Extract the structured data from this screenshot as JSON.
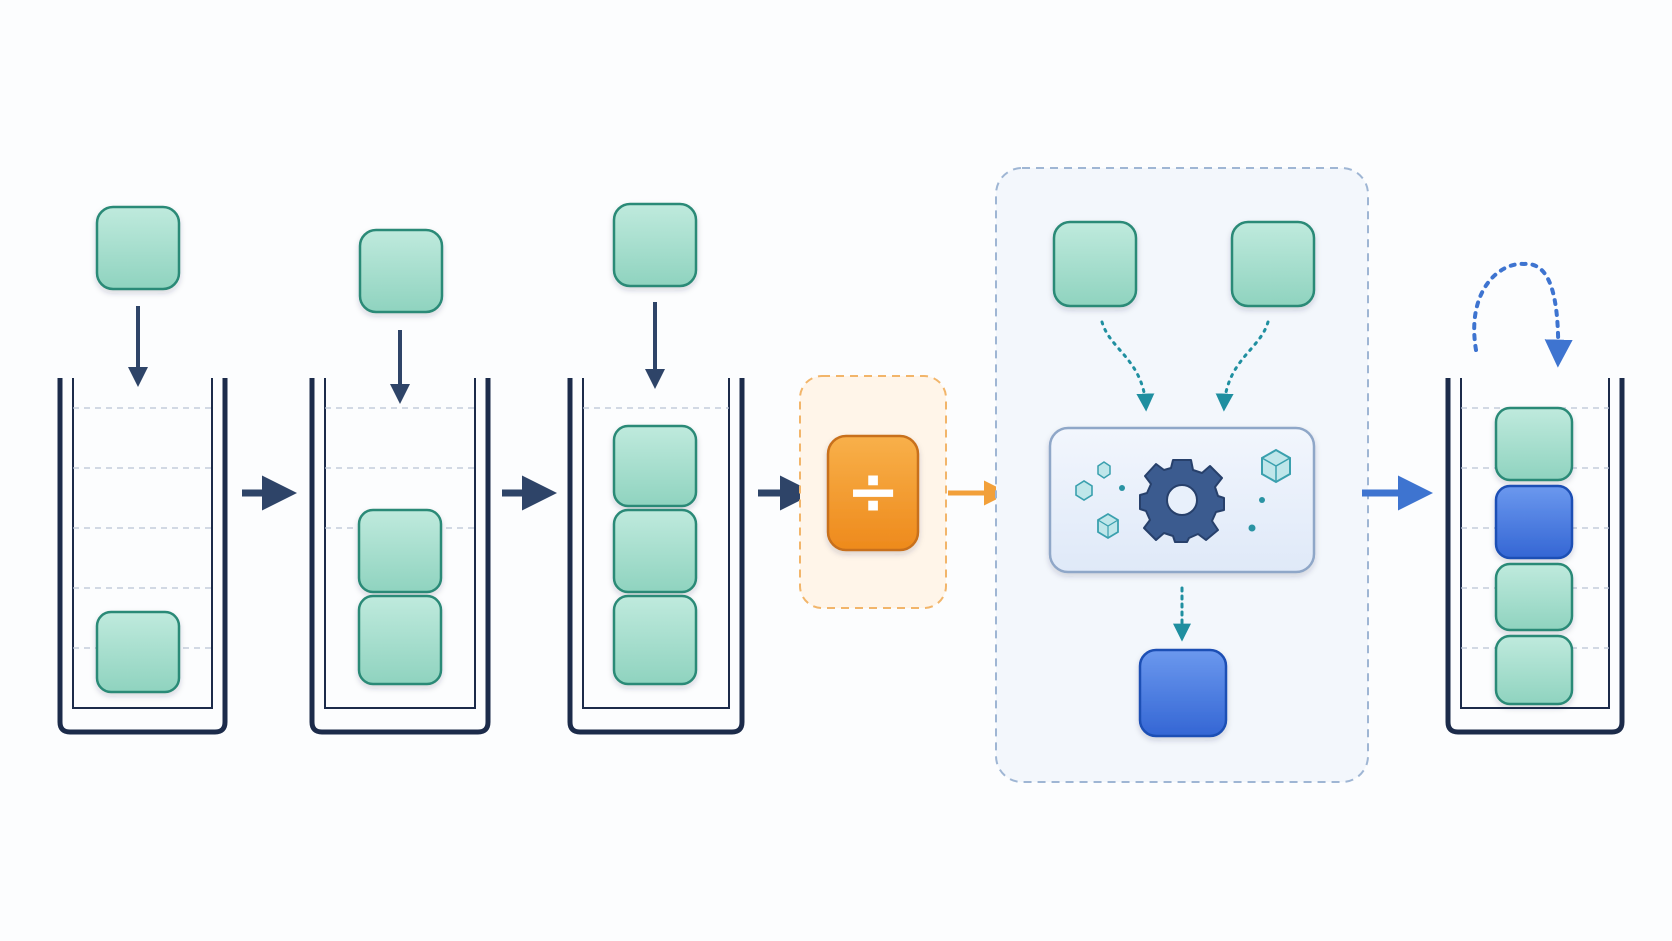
{
  "diagram": {
    "operator_symbol": "÷",
    "icons": {
      "operator": "divide-icon",
      "engine": "gear-icon",
      "particles": "cube-icon",
      "loop": "loop-arrow-icon"
    },
    "stacks": [
      {
        "name": "stack-1",
        "items": [
          "teal"
        ],
        "incoming": "teal"
      },
      {
        "name": "stack-2",
        "items": [
          "teal",
          "teal"
        ],
        "incoming": "teal"
      },
      {
        "name": "stack-3",
        "items": [
          "teal",
          "teal",
          "teal"
        ],
        "incoming": "teal"
      }
    ],
    "combine_step": {
      "inputs": [
        "teal",
        "teal"
      ],
      "output": "blue"
    },
    "result_stack": {
      "items": [
        "teal",
        "teal",
        "blue",
        "teal"
      ],
      "loop": true
    },
    "colors": {
      "teal_fill": "#a9e0d0",
      "teal_stroke": "#2c8a77",
      "blue_fill": "#4a7de0",
      "blue_stroke": "#1f4fb5",
      "container_stroke": "#1c2b4a",
      "arrow_dark": "#2e4468",
      "arrow_orange": "#f2a03a",
      "arrow_teal": "#1f8fa0",
      "arrow_blue": "#3e74d0",
      "orange_fill": "#f39a2c",
      "orange_stroke": "#c8701a",
      "panel_border": "#9fb6d4",
      "engine_fill": "#e8f0fb",
      "gear": "#3b5b8f"
    }
  }
}
